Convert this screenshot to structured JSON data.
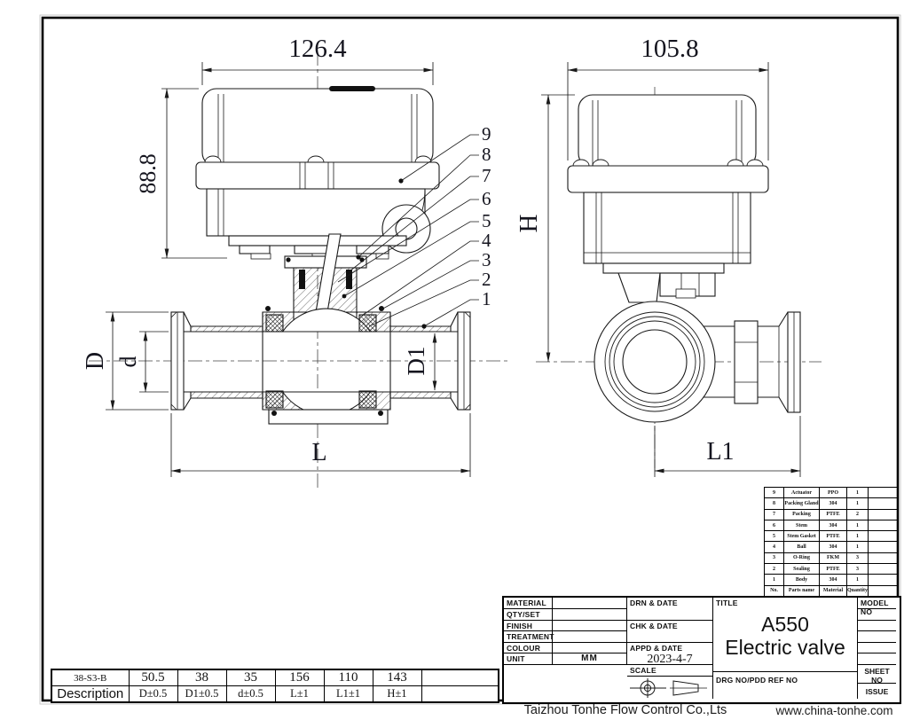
{
  "sheet": {
    "footer_company": "Taizhou Tonhe Flow Control  Co.,Lts",
    "footer_website": "www.china-tonhe.com"
  },
  "drawing": {
    "front_view": {
      "width_dim": "126.4",
      "height_dim": "88.8",
      "D_label": "D",
      "d_label": "d",
      "D1_label": "D1",
      "L_label": "L"
    },
    "side_view": {
      "width_dim": "105.8",
      "H_label": "H",
      "L1_label": "L1"
    },
    "callouts": [
      "9",
      "8",
      "7",
      "6",
      "5",
      "4",
      "3",
      "2",
      "1"
    ]
  },
  "bom": {
    "header": {
      "no": "No.",
      "name": "Parts name",
      "material": "Material",
      "qty": "Quantity"
    },
    "rows": [
      {
        "no": "9",
        "name": "Actuator",
        "material": "PPO",
        "qty": "1"
      },
      {
        "no": "8",
        "name": "Packing Gland",
        "material": "304",
        "qty": "1"
      },
      {
        "no": "7",
        "name": "Packing",
        "material": "PTFE",
        "qty": "2"
      },
      {
        "no": "6",
        "name": "Stem",
        "material": "304",
        "qty": "1"
      },
      {
        "no": "5",
        "name": "Stem Gasket",
        "material": "PTFE",
        "qty": "1"
      },
      {
        "no": "4",
        "name": "Ball",
        "material": "304",
        "qty": "1"
      },
      {
        "no": "3",
        "name": "O-Ring",
        "material": "FKM",
        "qty": "3"
      },
      {
        "no": "2",
        "name": "Sealing",
        "material": "PTFE",
        "qty": "3"
      },
      {
        "no": "1",
        "name": "Body",
        "material": "304",
        "qty": "1"
      }
    ]
  },
  "title_block": {
    "material_label": "MATERIAL",
    "qty_set_label": "QTY/SET",
    "finish_label": "FINISH",
    "treatment_label": "TREATMENT",
    "colour_label": "COLOUR",
    "unit_label": "UNIT",
    "unit_value": "MM",
    "drn_label": "DRN & DATE",
    "chk_label": "CHK & DATE",
    "appd_label": "APPD & DATE",
    "appd_date": "2023-4-7",
    "scale_label": "SCALE",
    "title_label": "TITLE",
    "title_line1": "A550",
    "title_line2": "Electric valve",
    "model_no_label": "MODEL NO",
    "sheet_no_label": "SHEET NO",
    "issue_label": "ISSUE",
    "drg_label": "DRG NO/PDD REF NO"
  },
  "spec_table": {
    "model": "38-S3-B",
    "description_label": "Description",
    "columns": [
      {
        "value": "50.5",
        "tolerance": "D±0.5"
      },
      {
        "value": "38",
        "tolerance": "D1±0.5"
      },
      {
        "value": "35",
        "tolerance": "d±0.5"
      },
      {
        "value": "156",
        "tolerance": "L±1"
      },
      {
        "value": "110",
        "tolerance": "L1±1"
      },
      {
        "value": "143",
        "tolerance": "H±1"
      }
    ]
  },
  "colors": {
    "line": "#1a1a1a",
    "paper": "#ffffff"
  }
}
